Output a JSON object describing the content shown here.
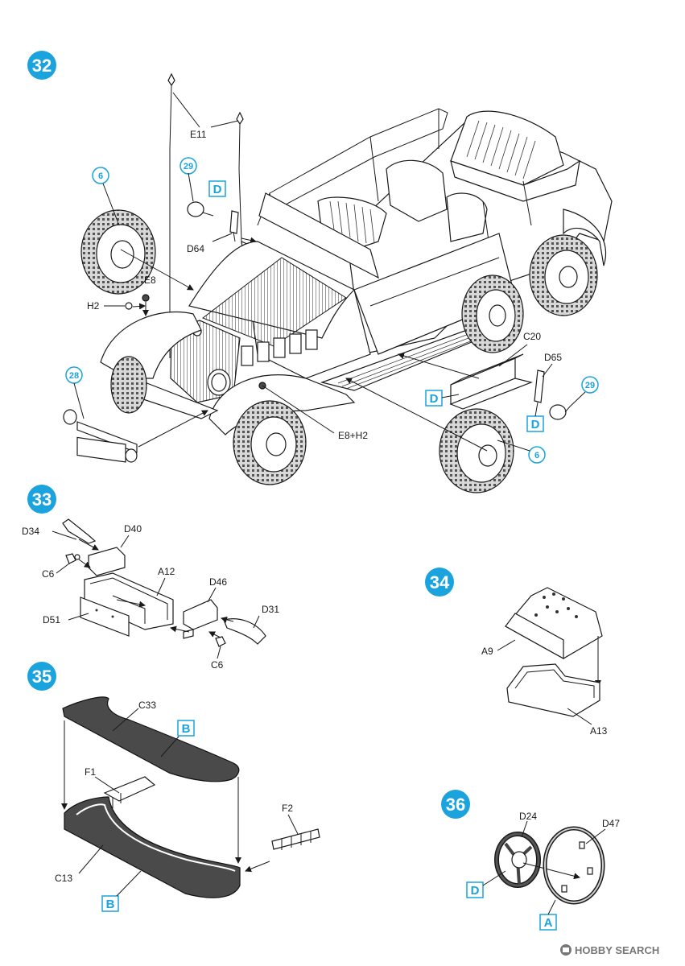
{
  "steps": [
    {
      "number": "32",
      "color": "#1aa3dc"
    },
    {
      "number": "33",
      "color": "#1aa3dc"
    },
    {
      "number": "34",
      "color": "#1aa3dc"
    },
    {
      "number": "35",
      "color": "#1aa3dc"
    },
    {
      "number": "36",
      "color": "#1aa3dc"
    }
  ],
  "step32": {
    "labels": {
      "e11": "E11",
      "d64": "D64",
      "e8": "E8",
      "h2": "H2",
      "e8h2": "E8+H2",
      "c20": "C20",
      "d65": "D65"
    },
    "refs": {
      "wheel_left": "6",
      "wheel_right": "6",
      "light_left": "29",
      "light_right": "29",
      "plate": "28"
    },
    "paint": {
      "d_top": "D",
      "d_mid": "D",
      "d_right": "D"
    }
  },
  "step33": {
    "labels": {
      "d34": "D34",
      "d40": "D40",
      "c6a": "C6",
      "a12": "A12",
      "d46": "D46",
      "d51": "D51",
      "d31": "D31",
      "c6b": "C6"
    }
  },
  "step34": {
    "labels": {
      "a9": "A9",
      "a13": "A13"
    }
  },
  "step35": {
    "labels": {
      "c33": "C33",
      "f1": "F1",
      "f2": "F2",
      "c13": "C13"
    },
    "paint": {
      "b_top": "B",
      "b_bottom": "B"
    }
  },
  "step36": {
    "labels": {
      "d24": "D24",
      "d47": "D47"
    },
    "paint": {
      "d": "D",
      "a": "A"
    }
  },
  "watermark": {
    "icon": "hobby-search-icon",
    "text": "HOBBY SEARCH"
  },
  "colors": {
    "accent": "#1aa3dc",
    "paint_box": "#1aa3dc",
    "watermark": "#777777"
  }
}
